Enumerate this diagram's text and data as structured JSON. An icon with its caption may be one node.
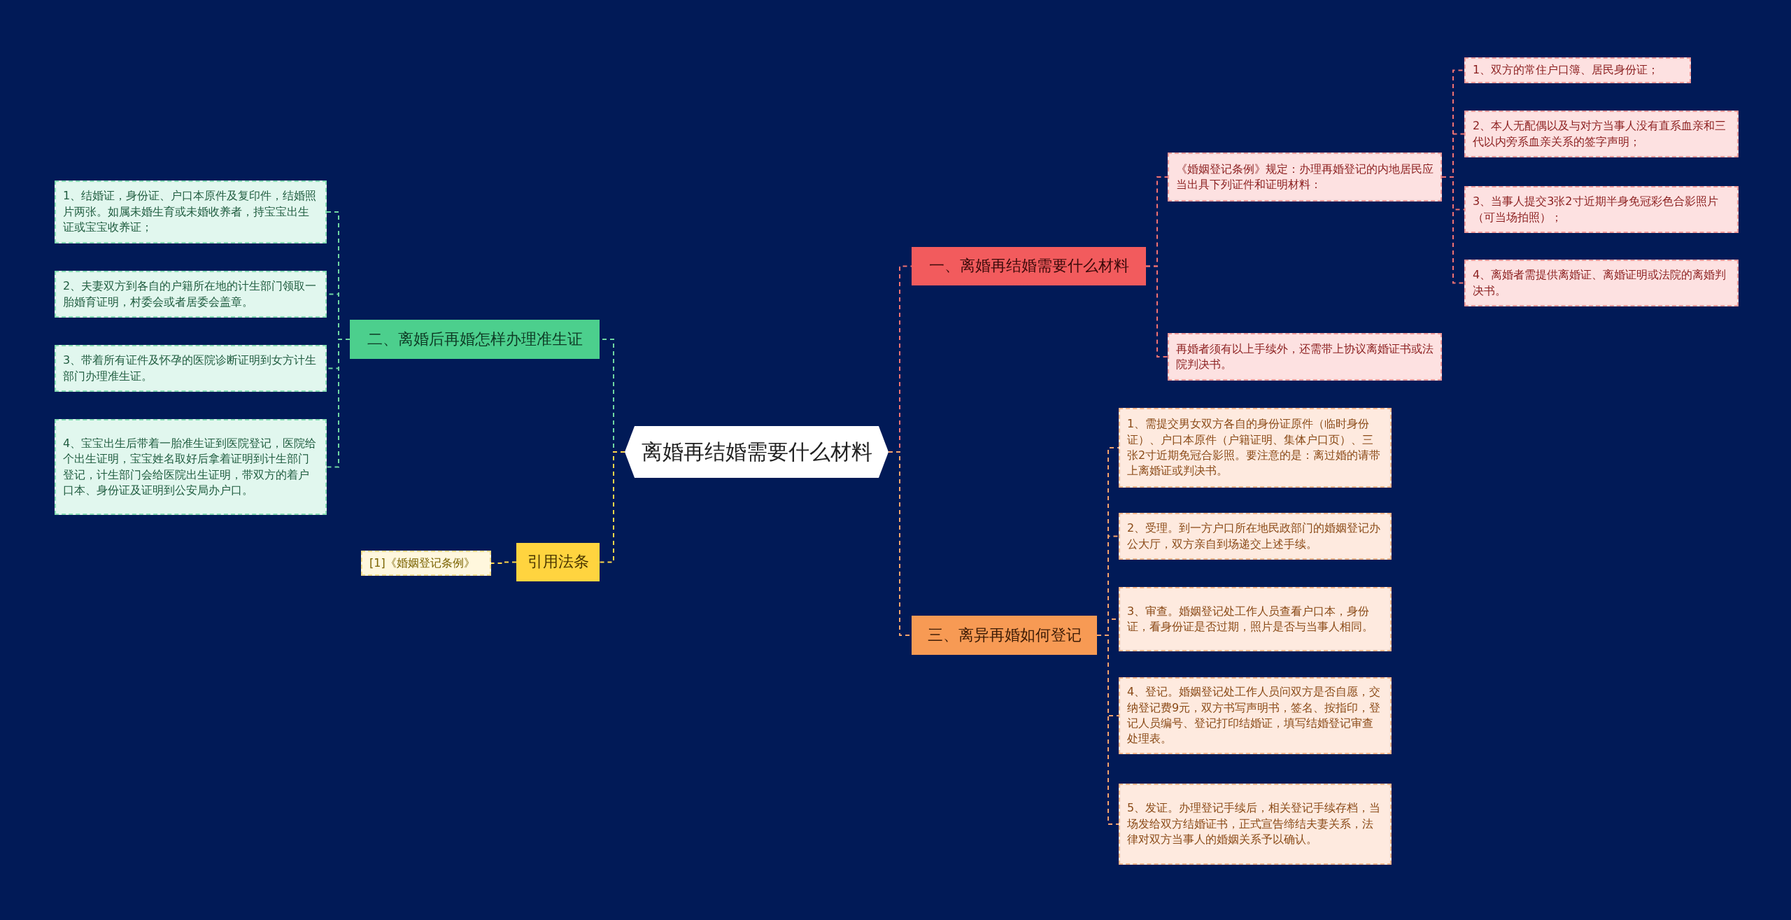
{
  "diagram": {
    "nodes": [
      {
        "text": [
          "离婚再结婚需要什么材料"
        ]
      },
      {
        "text": [
          "一、离婚再结婚需要什么材料"
        ]
      },
      {
        "text": [
          "《婚姻登记条例》规定：办理再婚登记的内地居民应当出具下列证件和证明材料："
        ]
      },
      {
        "text": [
          "1、双方的常住户口簿、居民身份证；"
        ]
      },
      {
        "text": [
          "2、本人无配偶以及与对方当事人没有直系血亲和三代以内旁系血亲关系的签字声明；"
        ]
      },
      {
        "text": [
          "3、当事人提交3张2寸近期半身免冠彩色合影照片（可当场拍照）；"
        ]
      },
      {
        "text": [
          "4、离婚者需提供离婚证、离婚证明或法院的离婚判决书。"
        ]
      },
      {
        "text": [
          "再婚者须有以上手续外，还需带上协议离婚证书或法院判决书。"
        ]
      },
      {
        "text": [
          "三、离异再婚如何登记"
        ]
      },
      {
        "text": [
          "1、需提交男女双方各自的身份证原件（临时身份证）、户口本原件（户籍证明、集体户口页）、三张2寸近期免冠合影照。要注意的是：离过婚的请带上离婚证或判决书。"
        ]
      },
      {
        "text": [
          "2、受理。到一方户口所在地民政部门的婚姻登记办公大厅，双方亲自到场递交上述手续。"
        ]
      },
      {
        "text": [
          "3、审查。婚姻登记处工作人员查看户口本，身份证，看身份证是否过期，照片是否与当事人相同。"
        ]
      },
      {
        "text": [
          "4、登记。婚姻登记处工作人员问双方是否自愿，交纳登记费9元，双方书写声明书，签名、按指印，登记人员编号、登记打印结婚证，填写结婚登记审查处理表。"
        ]
      },
      {
        "text": [
          "5、发证。办理登记手续后，相关登记手续存档，当场发给双方结婚证书，正式宣告缔结夫妻关系，法律对双方当事人的婚姻关系予以确认。"
        ]
      },
      {
        "text": [
          "二、离婚后再婚怎样办理准生证"
        ]
      },
      {
        "text": [
          "1、结婚证，身份证、户口本原件及复印件，结婚照片两张。如属未婚生育或未婚收养者，持宝宝出生证或宝宝收养证；"
        ]
      },
      {
        "text": [
          "2、夫妻双方到各自的户籍所在地的计生部门领取一胎婚育证明，村委会或者居委会盖章。"
        ]
      },
      {
        "text": [
          "3、带着所有证件及怀孕的医院诊断证明到女方计生部门办理准生证。"
        ]
      },
      {
        "text": [
          "4、宝宝出生后带着一胎准生证到医院登记，医院给个出生证明，宝宝姓名取好后拿着证明到计生部门登记，计生部门会给医院出生证明，带双方的着户口本、身份证及证明到公安局办户口。"
        ]
      },
      {
        "text": [
          "引用法条"
        ]
      },
      {
        "text": [
          "[1]《婚姻登记条例》"
        ]
      }
    ],
    "edges": [
      {
        "from": 0,
        "to": 1,
        "arrow": "none",
        "color": "#f07272"
      },
      {
        "from": 1,
        "to": 2,
        "arrow": "none",
        "color": "#f07272"
      },
      {
        "from": 2,
        "to": 3,
        "arrow": "none",
        "color": "#f07272"
      },
      {
        "from": 2,
        "to": 4,
        "arrow": "none",
        "color": "#f07272"
      },
      {
        "from": 2,
        "to": 5,
        "arrow": "none",
        "color": "#f07272"
      },
      {
        "from": 2,
        "to": 6,
        "arrow": "none",
        "color": "#f07272"
      },
      {
        "from": 1,
        "to": 7,
        "arrow": "none",
        "color": "#f07272"
      },
      {
        "from": 0,
        "to": 8,
        "arrow": "none",
        "color": "#f5a46c"
      },
      {
        "from": 8,
        "to": 9,
        "arrow": "none",
        "color": "#f5a46c"
      },
      {
        "from": 8,
        "to": 10,
        "arrow": "none",
        "color": "#f5a46c"
      },
      {
        "from": 8,
        "to": 11,
        "arrow": "none",
        "color": "#f5a46c"
      },
      {
        "from": 8,
        "to": 12,
        "arrow": "none",
        "color": "#f5a46c"
      },
      {
        "from": 8,
        "to": 13,
        "arrow": "none",
        "color": "#f5a46c"
      },
      {
        "from": 0,
        "to": 14,
        "arrow": "none",
        "color": "#6fd6a2"
      },
      {
        "from": 14,
        "to": 15,
        "arrow": "none",
        "color": "#6fd6a2"
      },
      {
        "from": 14,
        "to": 16,
        "arrow": "none",
        "color": "#6fd6a2"
      },
      {
        "from": 14,
        "to": 17,
        "arrow": "none",
        "color": "#6fd6a2"
      },
      {
        "from": 14,
        "to": 18,
        "arrow": "none",
        "color": "#6fd6a2"
      },
      {
        "from": 0,
        "to": 19,
        "arrow": "none",
        "color": "#ffd84a"
      },
      {
        "from": 19,
        "to": 20,
        "arrow": "none",
        "color": "#ffd84a"
      }
    ]
  }
}
